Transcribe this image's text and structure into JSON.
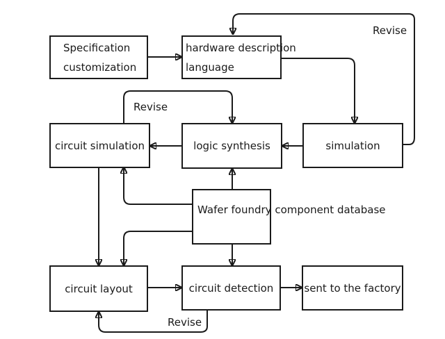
{
  "nodes": {
    "spec": {
      "line1": "Specification",
      "line2": "customization"
    },
    "hdl": {
      "line1": "hardware description",
      "line2": "language"
    },
    "circuit_sim": {
      "label": "circuit simulation"
    },
    "logic_synth": {
      "label": "logic synthesis"
    },
    "simulation": {
      "label": "simulation"
    },
    "wafer": {
      "line1": "Wafer foundry",
      "line2": "component database"
    },
    "layout": {
      "label": "circuit layout"
    },
    "detection": {
      "label": "circuit detection"
    },
    "factory": {
      "label": "sent to the factory"
    }
  },
  "edge_labels": {
    "revise_top": "Revise",
    "revise_middle": "Revise",
    "revise_bottom": "Revise"
  }
}
